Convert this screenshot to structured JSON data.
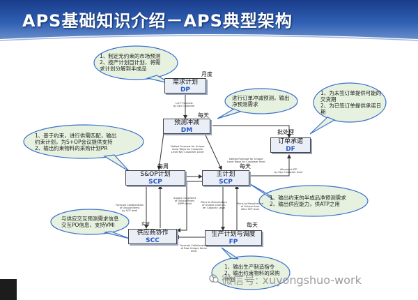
{
  "title": "APS基础知识介绍－APS典型架构",
  "boxes": {
    "dp": {
      "name": "需求计划",
      "abbr": "DP"
    },
    "dm": {
      "name": "预测冲减",
      "abbr": "DM"
    },
    "df": {
      "name": "订单承诺",
      "abbr": "DF"
    },
    "scp": {
      "name": "S&OP计划",
      "abbr": "SCP"
    },
    "mp": {
      "name": "主计划",
      "abbr": "SCP"
    },
    "scc": {
      "name": "供应商协作",
      "abbr": "SCC"
    },
    "fp": {
      "name": "生产计划与调度",
      "abbr": "FP"
    }
  },
  "callouts": {
    "c1": [
      "1、制定无约束的市场预测",
      "2、按产计划目计划，将需",
      "求计划分解到半成品"
    ],
    "c2": [
      "进行订单冲减预测，输出",
      "净预测需求"
    ],
    "c3": [
      "1、为未签订单提供可能的",
      "交货期",
      "2、为已签订单提供承诺日",
      "期"
    ],
    "c4": [
      "1、基于约束，进行供需匹配，输出",
      "约束计划，为S+OP会议提供支持",
      "2、输出约束物料的采购计划PR"
    ],
    "c5": [
      "1、输出约束的半成品净预测需求",
      "2、输出供应能力，供ATP之用"
    ],
    "c6": [
      "与供应交互预测需求信息",
      "交互PO信息，支持VMI"
    ],
    "c7": [
      "1、输出生产制造指令",
      "2、输出约束物料的采购",
      "计划"
    ]
  },
  "labels": {
    "monthly": "月度",
    "daily1": "每天",
    "batch": "批处理",
    "weekly": "每周",
    "daily2": "每天",
    "realtime": "实时",
    "daily3": "每天"
  },
  "tiny": {
    "t1": [
      "Lvl.P Forecast",
      "by Key Customer"
    ],
    "t2": [
      "Netted Forecast for Unique",
      "Level Ways for Customer",
      "Level Key Customer Level"
    ],
    "t3": [
      "Netted Forecast for Unique",
      "Level Ways for Customer level"
    ],
    "t4": [
      "Allocated ATP",
      "by Key Customer level"
    ],
    "t5": [
      "Forecast Collaboration",
      "of Unique Items",
      "by SCP level"
    ],
    "t6": [
      "Supply Constraint",
      "of Unique Items",
      "(MRP level)"
    ],
    "t7": [
      "Plans to Manufacture",
      "of Unique Level Af-",
      "ter Capacity Level"
    ],
    "t8": [
      "Plans to Manufacture",
      "of Unique Item",
      "after SCP level"
    ],
    "t9": [
      "Forecast Collaboration",
      "of Raw Unique Items",
      "level"
    ]
  },
  "watermark": "微信号: xuyongshuo-work",
  "colors": {
    "header": "#2f5fb3",
    "box_fill": "#e9eef7",
    "callout_fill": "#e6f2df",
    "callout_stroke": "#3a6fcf",
    "abbr": "#2456c4",
    "arrow": "#333333"
  }
}
